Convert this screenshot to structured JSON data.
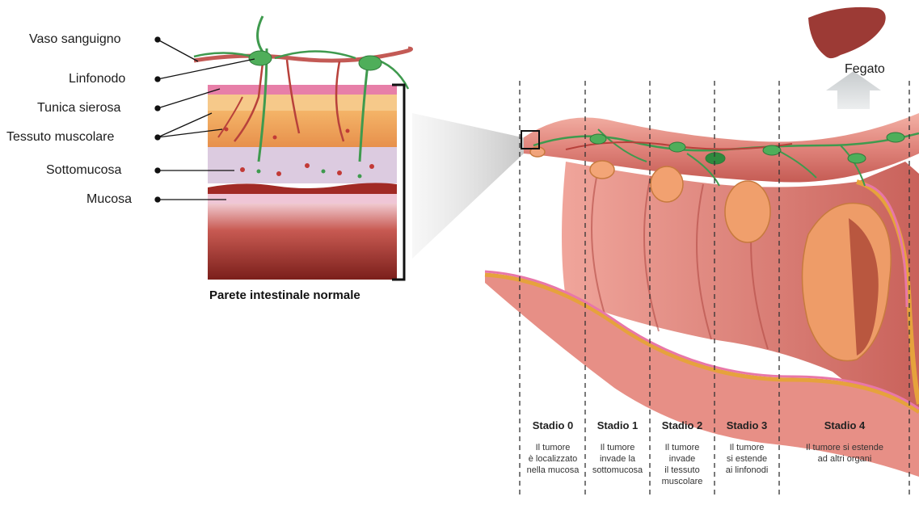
{
  "layers": [
    {
      "label": "Vaso sanguigno"
    },
    {
      "label": "Linfonodo"
    },
    {
      "label": "Tunica sierosa"
    },
    {
      "label": "Tessuto muscolare"
    },
    {
      "label": "Sottomucosa"
    },
    {
      "label": "Mucosa"
    }
  ],
  "wall_caption": "Parete intestinale normale",
  "liver_label": "Fegato",
  "stages": [
    {
      "title": "Stadio 0",
      "desc": [
        "Il tumore",
        "è localizzato",
        "nella mucosa"
      ]
    },
    {
      "title": "Stadio 1",
      "desc": [
        "Il tumore",
        "invade la",
        "sottomucosa"
      ]
    },
    {
      "title": "Stadio 2",
      "desc": [
        "Il tumore",
        "invade",
        "il tessuto",
        "muscolare"
      ]
    },
    {
      "title": "Stadio 3",
      "desc": [
        "Il tumore",
        "si estende",
        "ai linfonodi"
      ]
    },
    {
      "title": "Stadio 4",
      "desc": [
        "Il tumore si estende",
        "ad altri organi"
      ]
    }
  ],
  "colors": {
    "tissue_pink": "#e6958e",
    "tissue_dark": "#8c2b25",
    "lymph_green": "#3f9a4e",
    "vessel_red": "#b8413b",
    "liver": "#9c3a35",
    "arrow_grey": "#d5d8da"
  }
}
